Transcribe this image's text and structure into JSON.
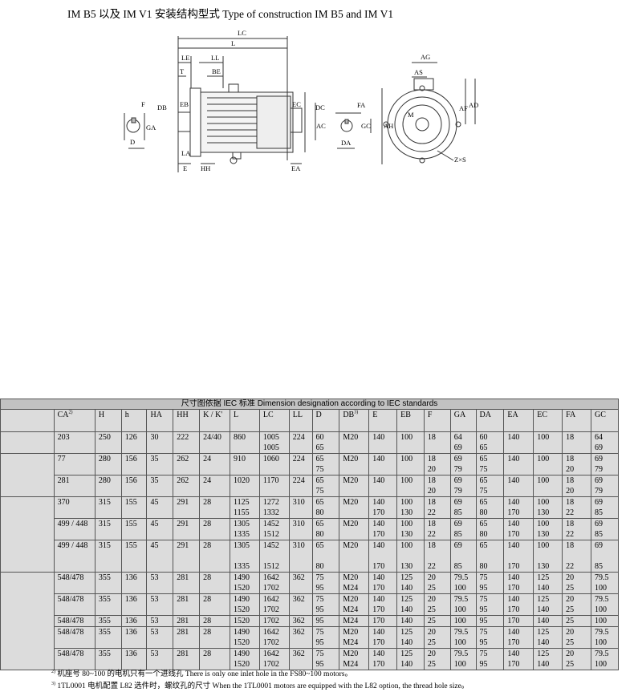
{
  "page": {
    "title": "IM B5 以及 IM V1 安装结构型式 Type of construction IM B5 and IM V1"
  },
  "drawing": {
    "side_labels": [
      "LC",
      "L",
      "LE",
      "LL",
      "T",
      "BE",
      "EB",
      "DB",
      "F",
      "GA",
      "D",
      "EC",
      "DC",
      "AC",
      "LA",
      "E",
      "HH",
      "EA"
    ],
    "key_labels": [
      "FA",
      "GC",
      "DA"
    ],
    "end_labels": [
      "AG",
      "AS",
      "AF",
      "AD",
      "AH",
      "M",
      "Z×S"
    ]
  },
  "table": {
    "caption": "尺寸图依据 IEC 标准 Dimension designation according to IEC standards",
    "headers": [
      {
        "t": "CA",
        "s": "2)"
      },
      {
        "t": "H"
      },
      {
        "t": "h"
      },
      {
        "t": "HA"
      },
      {
        "t": "HH"
      },
      {
        "t": "K / K'"
      },
      {
        "t": "L"
      },
      {
        "t": "LC"
      },
      {
        "t": "LL"
      },
      {
        "t": "D"
      },
      {
        "t": "DB",
        "s": "3)"
      },
      {
        "t": "E"
      },
      {
        "t": "EB"
      },
      {
        "t": "F"
      },
      {
        "t": "GA"
      },
      {
        "t": "DA"
      },
      {
        "t": "EA"
      },
      {
        "t": "EC"
      },
      {
        "t": "FA"
      },
      {
        "t": "GC"
      }
    ],
    "groups": [
      {
        "rows": [
          [
            "203",
            "250",
            "126",
            "30",
            "222",
            "24/40",
            "860",
            "1005\n1005",
            "224",
            "60\n65",
            "M20",
            "140",
            "100",
            "18",
            "64\n69",
            "60\n65",
            "140",
            "100",
            "18",
            "64\n69"
          ]
        ]
      },
      {
        "rows": [
          [
            "77",
            "280",
            "156",
            "35",
            "262",
            "24",
            "910",
            "1060",
            "224",
            "65\n75",
            "M20",
            "140",
            "100",
            "18\n20",
            "69\n79",
            "65\n75",
            "140",
            "100",
            "18\n20",
            "69\n79"
          ],
          [
            "281",
            "280",
            "156",
            "35",
            "262",
            "24",
            "1020",
            "1170",
            "224",
            "65\n75",
            "M20",
            "140",
            "100",
            "18\n20",
            "69\n79",
            "65\n75",
            "140",
            "100",
            "18\n20",
            "69\n79"
          ]
        ]
      },
      {
        "rows": [
          [
            "370",
            "315",
            "155",
            "45",
            "291",
            "28",
            "1125\n1155",
            "1272\n1332",
            "310",
            "65\n80",
            "M20",
            "140\n170",
            "100\n130",
            "18\n22",
            "69\n85",
            "65\n80",
            "140\n170",
            "100\n130",
            "18\n22",
            "69\n85"
          ],
          [
            "499 / 448",
            "315",
            "155",
            "45",
            "291",
            "28",
            "1305\n1335",
            "1452\n1512",
            "310",
            "65\n80",
            "M20",
            "140\n170",
            "100\n130",
            "18\n22",
            "69\n85",
            "65\n80",
            "140\n170",
            "100\n130",
            "18\n22",
            "69\n85"
          ],
          [
            "499 / 448",
            "315",
            "155",
            "45",
            "291",
            "28",
            "1305\n\n1335",
            "1452\n\n1512",
            "310",
            "65\n\n80",
            "M20",
            "140\n\n170",
            "100\n\n130",
            "18\n\n22",
            "69\n\n85",
            "65\n\n80",
            "140\n\n170",
            "100\n\n130",
            "18\n\n22",
            "69\n\n85"
          ]
        ]
      },
      {
        "rows": [
          [
            "548/478",
            "355",
            "136",
            "53",
            "281",
            "28",
            "1490\n1520",
            "1642\n1702",
            "362",
            "75\n95",
            "M20\nM24",
            "140\n170",
            "125\n140",
            "20\n25",
            "79.5\n100",
            "75\n95",
            "140\n170",
            "125\n140",
            "20\n25",
            "79.5\n100"
          ],
          [
            "548/478",
            "355",
            "136",
            "53",
            "281",
            "28",
            "1490\n1520",
            "1642\n1702",
            "362",
            "75\n95",
            "M20\nM24",
            "140\n170",
            "125\n140",
            "20\n25",
            "79.5\n100",
            "75\n95",
            "140\n170",
            "125\n140",
            "20\n25",
            "79.5\n100"
          ],
          [
            "548/478",
            "355",
            "136",
            "53",
            "281",
            "28",
            "1520",
            "1702",
            "362",
            "95",
            "M24",
            "170",
            "140",
            "25",
            "100",
            "95",
            "170",
            "140",
            "25",
            "100"
          ],
          [
            "548/478",
            "355",
            "136",
            "53",
            "281",
            "28",
            "1490\n1520",
            "1642\n1702",
            "362",
            "75\n95",
            "M20\nM24",
            "140\n170",
            "125\n140",
            "20\n25",
            "79.5\n100",
            "75\n95",
            "140\n170",
            "125\n140",
            "20\n25",
            "79.5\n100"
          ],
          [
            "548/478",
            "355",
            "136",
            "53",
            "281",
            "28",
            "1490\n1520",
            "1642\n1702",
            "362",
            "75\n95",
            "M20\nM24",
            "140\n170",
            "125\n140",
            "20\n25",
            "79.5\n100",
            "75\n95",
            "140\n170",
            "125\n140",
            "20\n25",
            "79.5\n100"
          ]
        ]
      }
    ]
  },
  "notes": [
    {
      "m": "2)",
      "t": "机座号 80~100 的电机只有一个进线孔 There is only one inlet hole in the FS80~100 motors。"
    },
    {
      "m": "3)",
      "t": "1TL0001 电机配置 L82 选件时，螺纹孔的尺寸 When the 1TL0001 motors are equipped with the L82 option, the thread hole size。"
    }
  ]
}
